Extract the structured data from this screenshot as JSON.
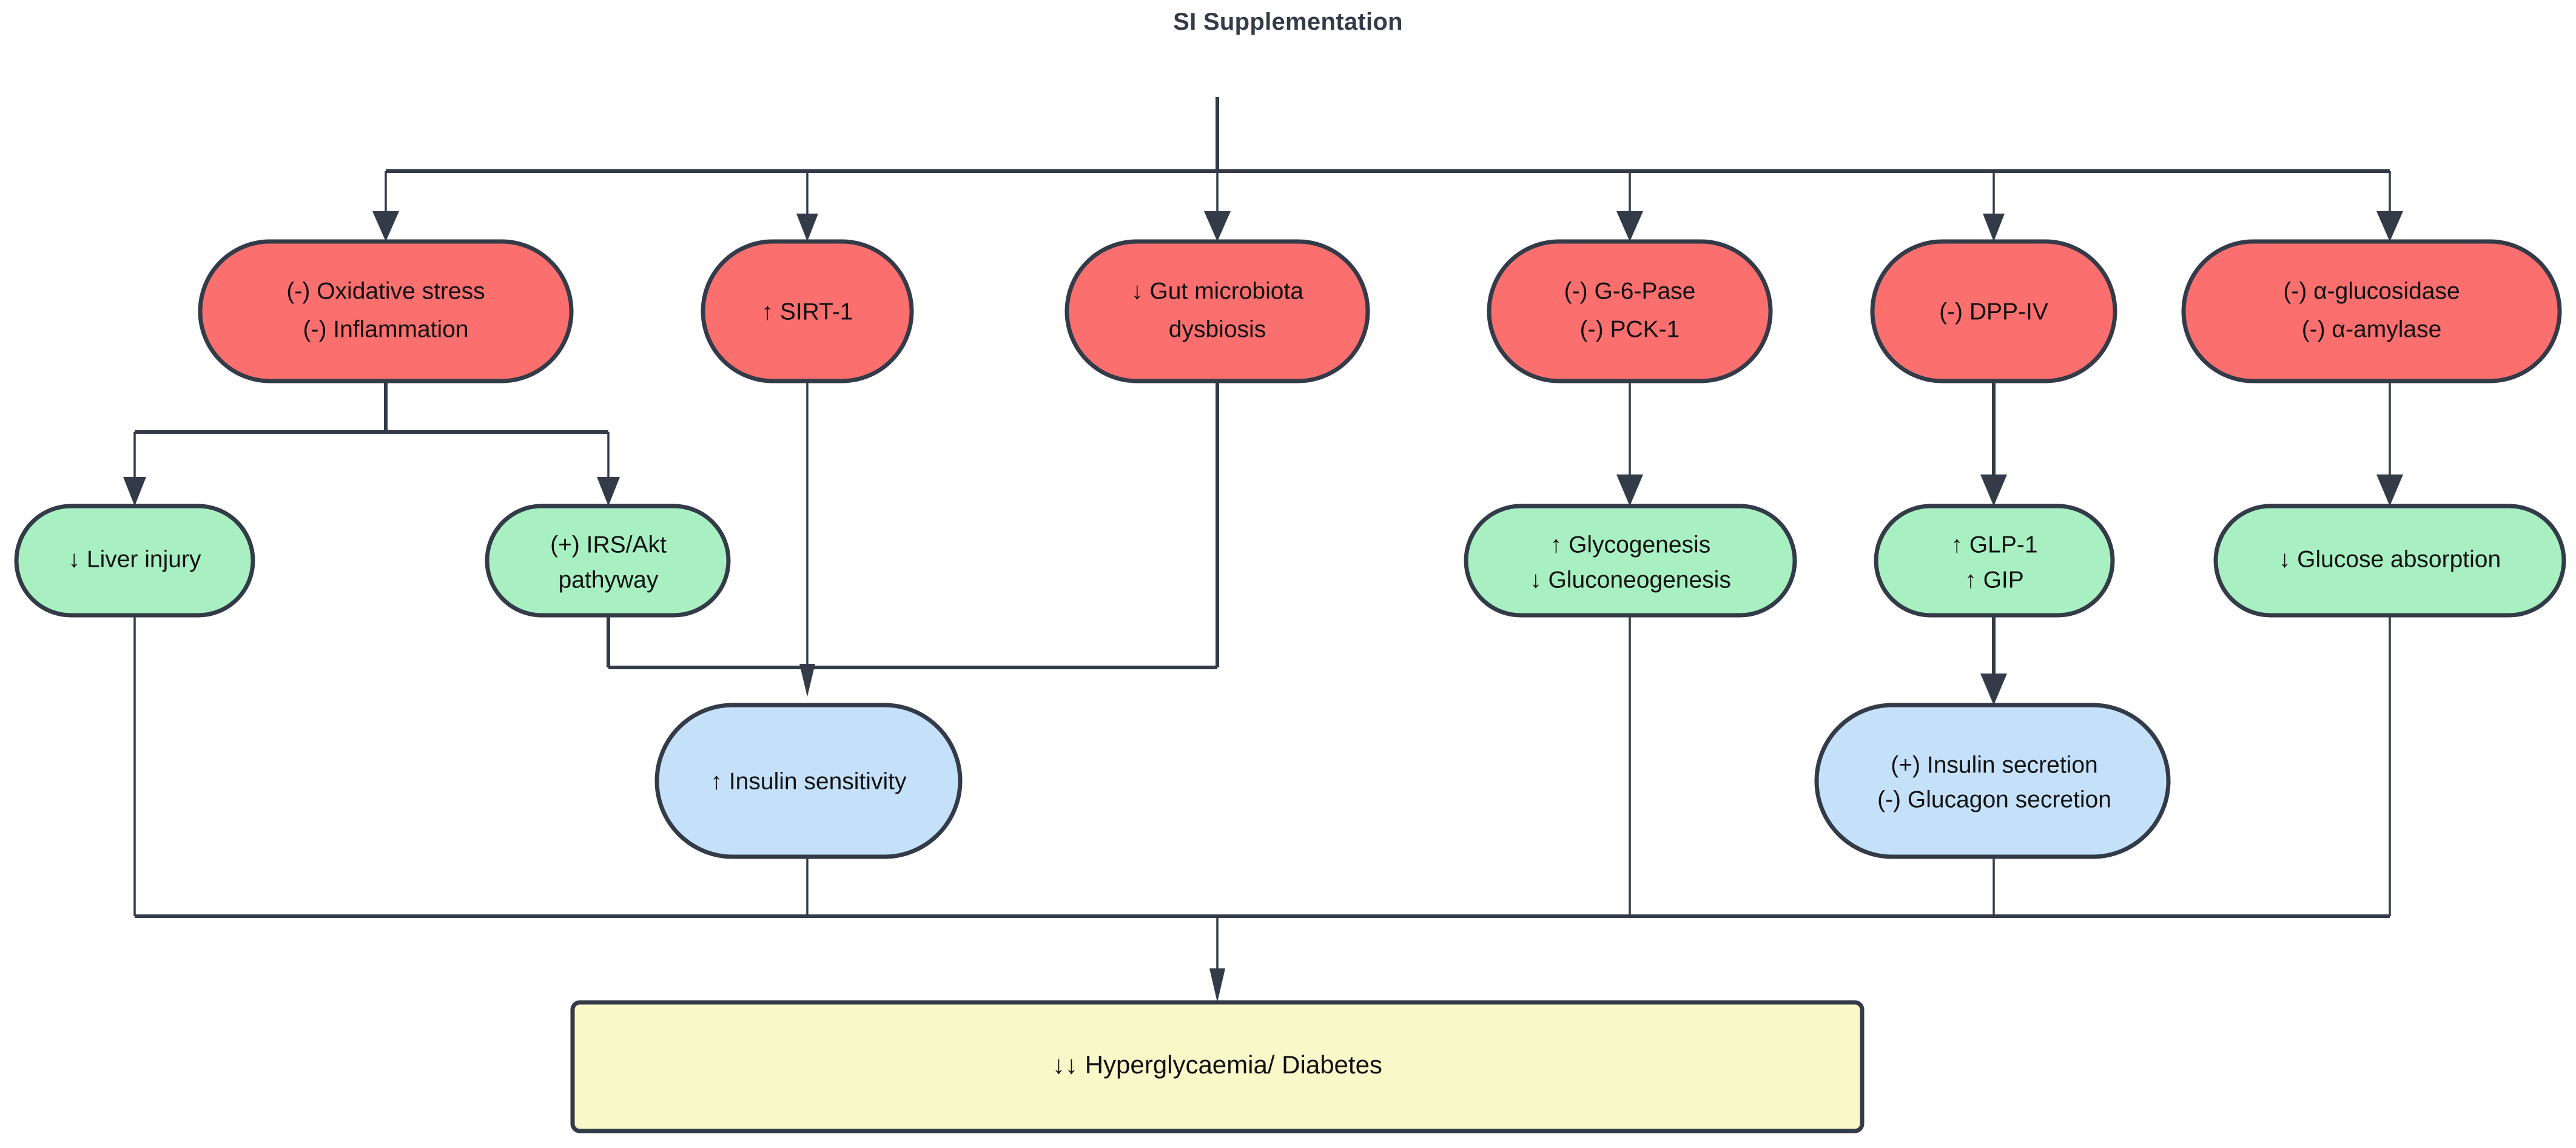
{
  "title": "SI Supplementation",
  "colors": {
    "red": "#fb6f6f",
    "green": "#a8f0c2",
    "blue": "#c5e1f9",
    "yellow": "#f9f8c8",
    "stroke": "#333b48",
    "text": "#111111",
    "title_text": "#333b48",
    "background": "#ffffff"
  },
  "nodes": {
    "root": {
      "label": "SI Supplementation"
    },
    "oxidative": {
      "line1": "(-) Oxidative stress",
      "line2": "(-) Inflammation"
    },
    "sirt1": {
      "line1": "↑ SIRT-1"
    },
    "gut": {
      "line1": "↓ Gut microbiota",
      "line2": "dysbiosis"
    },
    "g6pase": {
      "line1": "(-) G-6-Pase",
      "line2": "(-) PCK-1"
    },
    "dppiv": {
      "line1": "(-) DPP-IV"
    },
    "glucosidase": {
      "line1": "(-) α-glucosidase",
      "line2": "(-) α-amylase"
    },
    "liver": {
      "line1": "↓ Liver injury"
    },
    "irsakt": {
      "line1": "(+) IRS/Akt",
      "line2": "pathyway"
    },
    "glycogenesis": {
      "line1": "↑ Glycogenesis",
      "line2": "↓ Gluconeogenesis"
    },
    "glp1": {
      "line1": "↑ GLP-1",
      "line2": "↑ GIP"
    },
    "glucose_absorption": {
      "line1": "↓ Glucose absorption"
    },
    "insulin_sensitivity": {
      "line1": "↑ Insulin sensitivity"
    },
    "insulin_secretion": {
      "line1": "(+) Insulin secretion",
      "line2": "(-) Glucagon secretion"
    },
    "outcome": {
      "line1": "↓↓ Hyperglycaemia/ Diabetes"
    }
  },
  "edges": [
    {
      "from": "root",
      "to": "oxidative"
    },
    {
      "from": "root",
      "to": "sirt1"
    },
    {
      "from": "root",
      "to": "gut"
    },
    {
      "from": "root",
      "to": "g6pase"
    },
    {
      "from": "root",
      "to": "dppiv"
    },
    {
      "from": "root",
      "to": "glucosidase"
    },
    {
      "from": "oxidative",
      "to": "liver"
    },
    {
      "from": "oxidative",
      "to": "irsakt"
    },
    {
      "from": "sirt1",
      "to": "insulin_sensitivity"
    },
    {
      "from": "gut",
      "to": "insulin_sensitivity"
    },
    {
      "from": "irsakt",
      "to": "insulin_sensitivity"
    },
    {
      "from": "g6pase",
      "to": "glycogenesis"
    },
    {
      "from": "dppiv",
      "to": "glp1"
    },
    {
      "from": "glp1",
      "to": "insulin_secretion"
    },
    {
      "from": "glucosidase",
      "to": "glucose_absorption"
    },
    {
      "from": "liver",
      "to": "outcome"
    },
    {
      "from": "insulin_sensitivity",
      "to": "outcome"
    },
    {
      "from": "glycogenesis",
      "to": "outcome"
    },
    {
      "from": "insulin_secretion",
      "to": "outcome"
    },
    {
      "from": "glucose_absorption",
      "to": "outcome"
    }
  ]
}
